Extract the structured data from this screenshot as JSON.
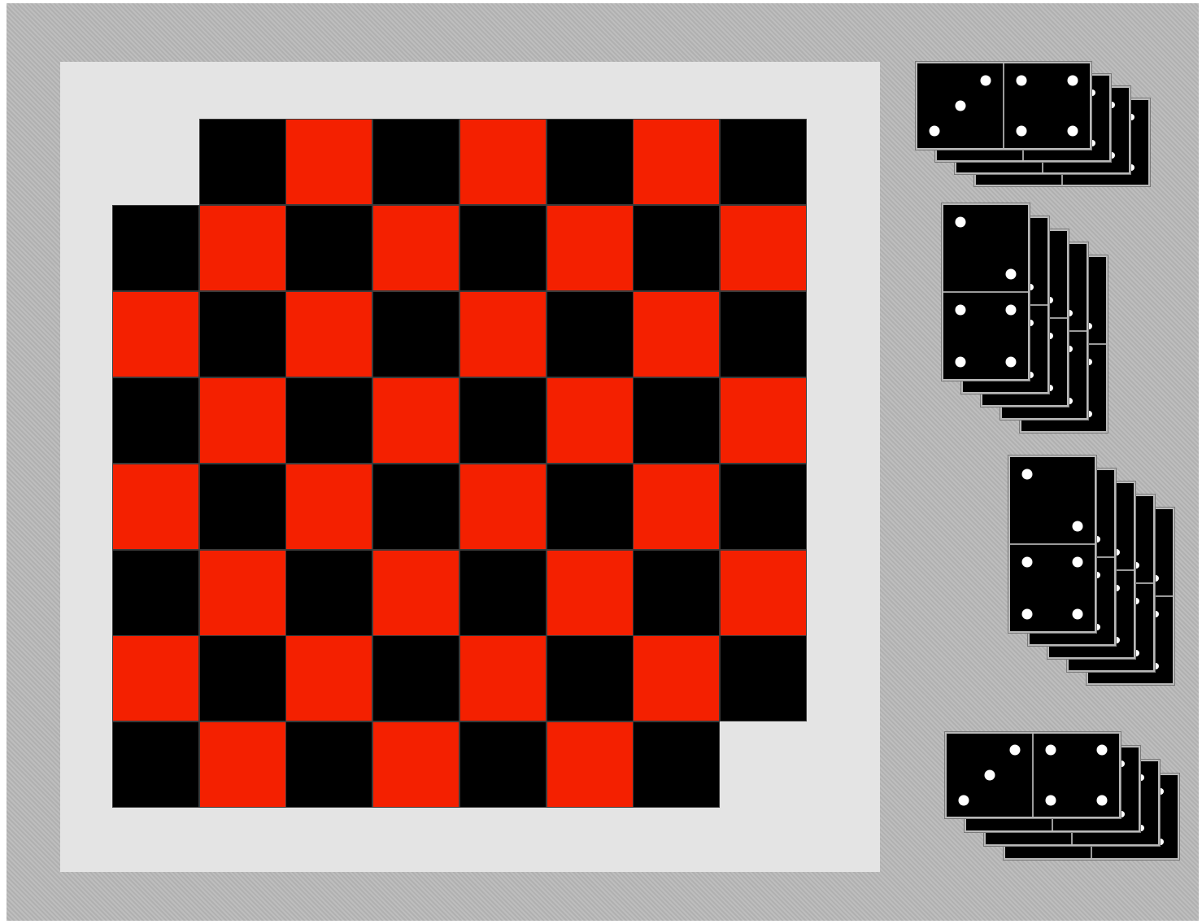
{
  "board": {
    "rows": 8,
    "cols": 8,
    "missing_corners": [
      "top-left",
      "bottom-right"
    ],
    "colors": {
      "light": "#f42000",
      "dark": "#000000",
      "panel": "#e4e4e4",
      "background": "#b9b9b9"
    }
  },
  "domino_stacks": [
    {
      "name": "stack-1",
      "orientation": "horizontal",
      "count": 4,
      "top_face": [
        3,
        4
      ]
    },
    {
      "name": "stack-2",
      "orientation": "vertical",
      "count": 5,
      "top_face": [
        2,
        4
      ]
    },
    {
      "name": "stack-3",
      "orientation": "vertical",
      "count": 5,
      "top_face": [
        2,
        4
      ]
    },
    {
      "name": "stack-4",
      "orientation": "horizontal",
      "count": 4,
      "top_face": [
        3,
        4
      ]
    }
  ]
}
